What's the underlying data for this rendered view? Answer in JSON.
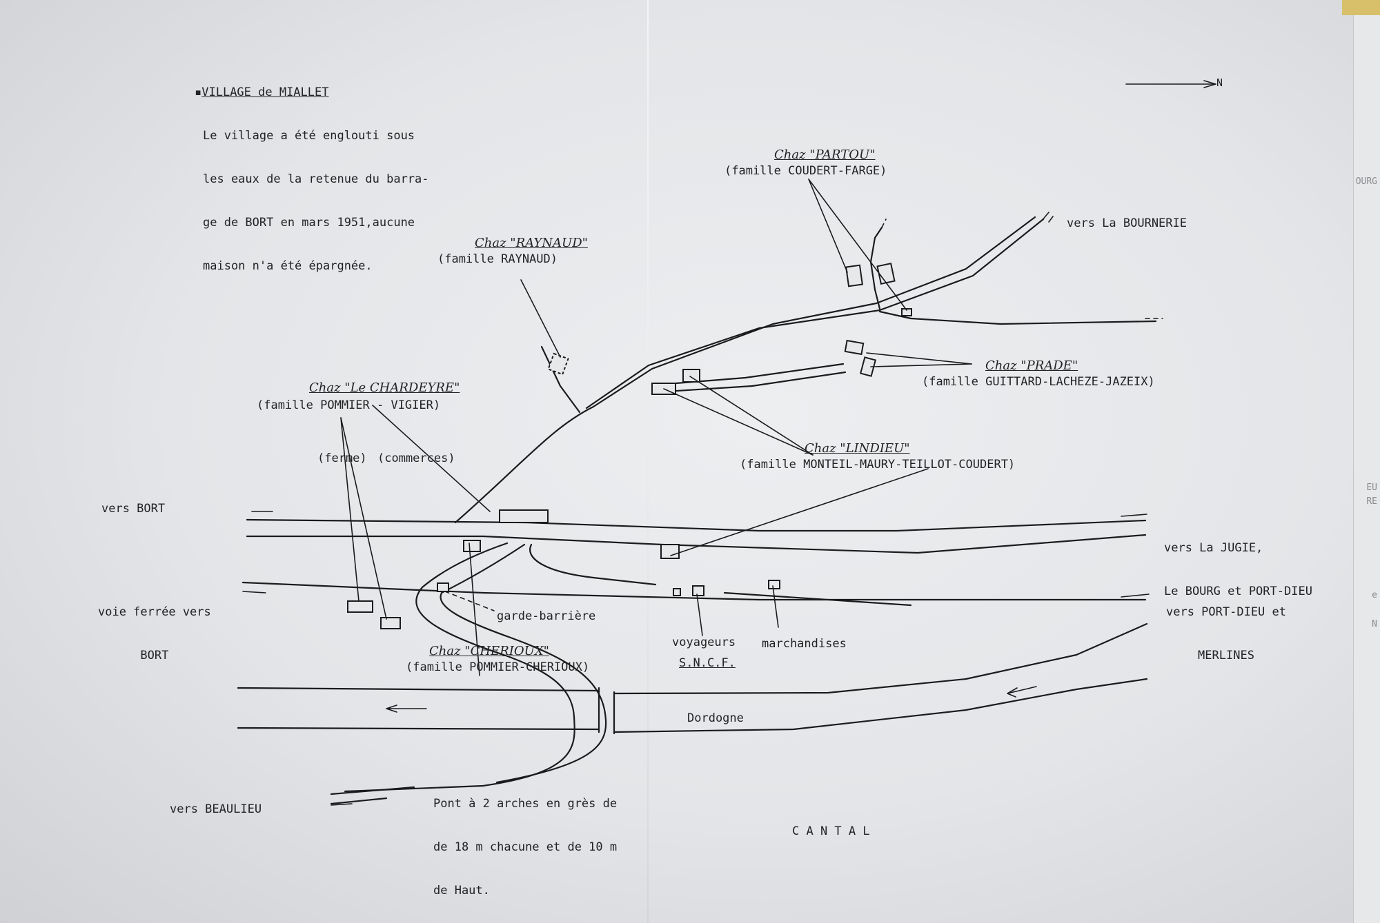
{
  "title": {
    "heading": "VILLAGE de MIALLET",
    "lines": [
      "Le village a été englouti sous",
      "les eaux de la retenue du barra-",
      "ge de BORT en mars 1951,aucune",
      "maison n'a été épargnée."
    ]
  },
  "north_label": "N",
  "houses": {
    "partou": {
      "name": "Chaz \"PARTOU\"",
      "family": "(famille COUDERT-FARGE)"
    },
    "raynaud": {
      "name": "Chaz \"RAYNAUD\"",
      "family": "(famille RAYNAUD)"
    },
    "chardeyre": {
      "name": "Chaz \"Le CHARDEYRE\"",
      "family": "(famille POMMIER - VIGIER)",
      "farm": "(ferme)",
      "shops": "(commerces)"
    },
    "prade": {
      "name": "Chaz \"PRADE\"",
      "family": "(famille GUITTARD-LACHEZE-JAZEIX)"
    },
    "lindieu": {
      "name": "Chaz \"LINDIEU\"",
      "family": "(famille MONTEIL-MAURY-TEILLOT-COUDERT)"
    },
    "cherioux": {
      "name": "Chaz \"CHERIOUX\"",
      "family": "(famille POMMIER-CHERIOUX)"
    }
  },
  "directions": {
    "bournerie": "vers La BOURNERIE",
    "bort": "vers BORT",
    "jugie": [
      "vers La JUGIE,",
      "Le BOURG et PORT-DIEU"
    ],
    "rail_bort": [
      "voie ferrée vers",
      "BORT"
    ],
    "rail_portdieu": [
      "vers PORT-DIEU et",
      "MERLINES"
    ],
    "beaulieu": "vers BEAULIEU"
  },
  "places": {
    "garde": "garde-barrière",
    "voyageurs": "voyageurs",
    "marchandises": "marchandises",
    "sncf": "S.N.C.F.",
    "river": "Dordogne",
    "bridge": [
      "Pont à 2 arches en grès de",
      "de 18 m chacune et de 10 m",
      "de Haut."
    ],
    "region": "C A N T A L"
  },
  "edge_fragments": [
    "OURG",
    "EU",
    "RE",
    "e",
    "N"
  ]
}
